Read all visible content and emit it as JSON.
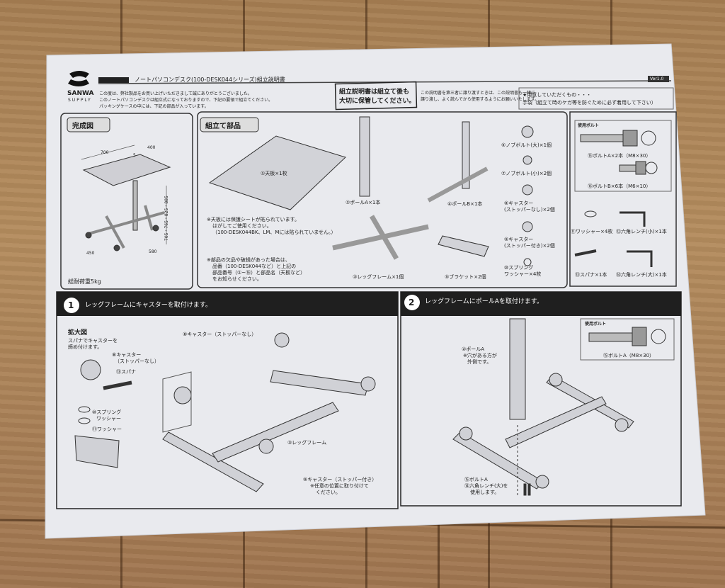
{
  "header": {
    "brand": "SANWA",
    "brand_sub": "SUPPLY",
    "title": "ノートパソコンデスク(100-DESK044シリーズ)組立説明書",
    "version": "Ver1.0",
    "intro_lines": [
      "この度は、弊社製品をお買い上げいただきまして誠にありがとうございました。",
      "このノートパソコンデスクは組立式になっておりますので、下記の要領で組立てください。",
      "パッキングケースの中には、下記の部品が入っています。"
    ],
    "keep_notice": [
      "組立説明書は組立て後も",
      "大切に保管してください。"
    ],
    "keep_sub": [
      "この説明書を第三者に譲り渡すときは、この説明書も一緒に",
      "譲り渡し、よく読んでから使用するようにお願いいたします。"
    ],
    "prepare": [
      "★用意していただくもの・・・",
      "手袋（組立て時のケガ等を防ぐために必ず着用して下さい）"
    ]
  },
  "complete": {
    "title": "完成図",
    "dims": [
      "700",
      "400",
      "5",
      "705・765・825・885",
      "450",
      "580"
    ],
    "load": "総耐荷重5kg"
  },
  "parts": {
    "title": "組立て部品",
    "items": [
      "①天板×1枚",
      "②ポールA×1本",
      "④ポールB×1本",
      "⑥ノブボルト(大)×1個",
      "⑦ノブボルト(小)×2個",
      "⑧キャスター",
      "(ストッパーなし)×2個",
      "⑨キャスター",
      "(ストッパー付き)×2個",
      "⑩スプリング",
      "ワッシャー×4枚",
      "⑪ワッシャー×4枚",
      "⑫六角レンチ(小)×1本",
      "⑬スパナ×1本",
      "⑭六角レンチ(大)×1本",
      "③レッグフレーム×1個",
      "⑤ブラケット×2個",
      "使用ボルト",
      "⑮ボルトA×2本（M8×30）",
      "⑯ボルトB×6本（M6×10）"
    ],
    "notes": [
      "※天板には保護シートが貼られています。",
      "はがしてご使用ください。",
      "（100-DESK044BK、LM、Mには貼られていません。）",
      "※部品の欠品や破損があった場合は、",
      "品番（100-DESK044など）と上記の",
      "部品番号（①~⑯）と部品名（天板など）",
      "をお知らせください。"
    ]
  },
  "step1": {
    "num": "1",
    "title": "レッグフレームにキャスターを取付けます。",
    "zoom_title": "拡大図",
    "zoom_desc": [
      "スパナでキャスターを",
      "締め付けます。"
    ],
    "labels": [
      "⑧キャスター",
      "（ストッパーなし）",
      "⑬スパナ",
      "⑩スプリング",
      "ワッシャー",
      "⑪ワッシャー",
      "⑧キャスター（ストッパーなし）",
      "③レッグフレーム",
      "⑨キャスター（ストッパー付き）",
      "※任意の位置に取り付けて",
      "ください。"
    ]
  },
  "step2": {
    "num": "2",
    "title": "レッグフレームにポールAを取付けます。",
    "bolt_title": "使用ボルト",
    "bolt_label": "⑮ボルトA（M8×30）",
    "labels": [
      "②ポールA",
      "※穴がある方が",
      "外側です。",
      "⑮ボルトA",
      "⑭六角レンチ(大)を",
      "使用します。"
    ]
  }
}
